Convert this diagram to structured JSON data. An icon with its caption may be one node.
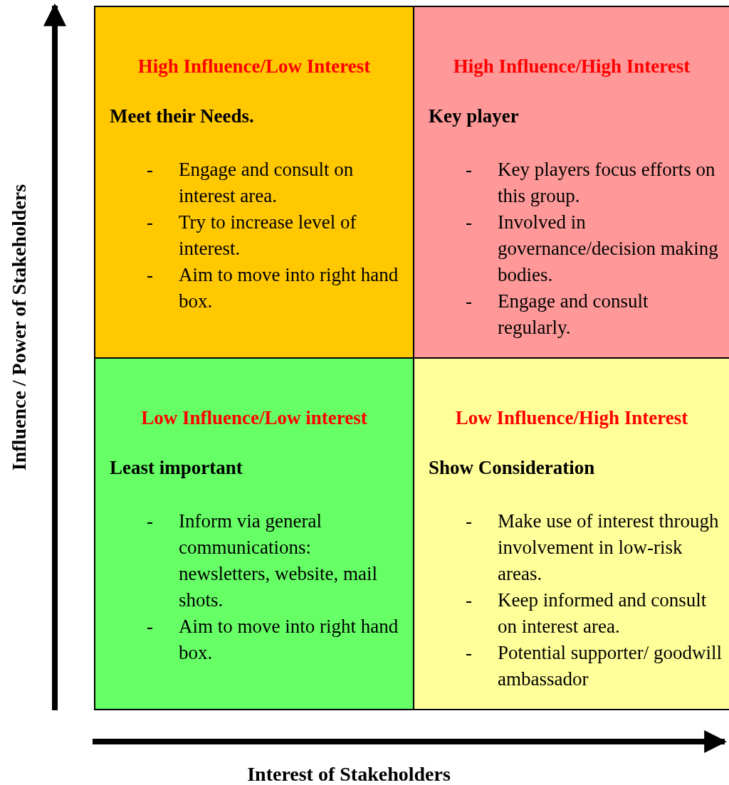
{
  "diagram": {
    "nodes": [
      {
        "text": [
          "High Influence/Low Interest",
          "Meet their Needs.",
          "- Engage and consult on interest area.",
          "- Try to increase level of interest.",
          "- Aim to move into right hand box."
        ]
      },
      {
        "text": [
          "High Influence/High Interest",
          "Key player",
          "- Key players focus efforts on this group.",
          "- Involved in governance/decision making bodies.",
          "- Engage and consult regularly."
        ]
      },
      {
        "text": [
          "Low Influence/Low interest",
          "Least important",
          "- Inform via general communications: newsletters, website, mail shots.",
          "- Aim to move into right hand box."
        ]
      },
      {
        "text": [
          "Low Influence/High Interest",
          "Show Consideration",
          "- Make use of interest through involvement in low-risk areas.",
          "- Keep informed and consult on interest area.",
          "- Potential supporter/ goodwill ambassador"
        ]
      }
    ],
    "labels": [
      "Influence / Power of Stakeholders",
      "Interest of Stakeholders"
    ]
  }
}
